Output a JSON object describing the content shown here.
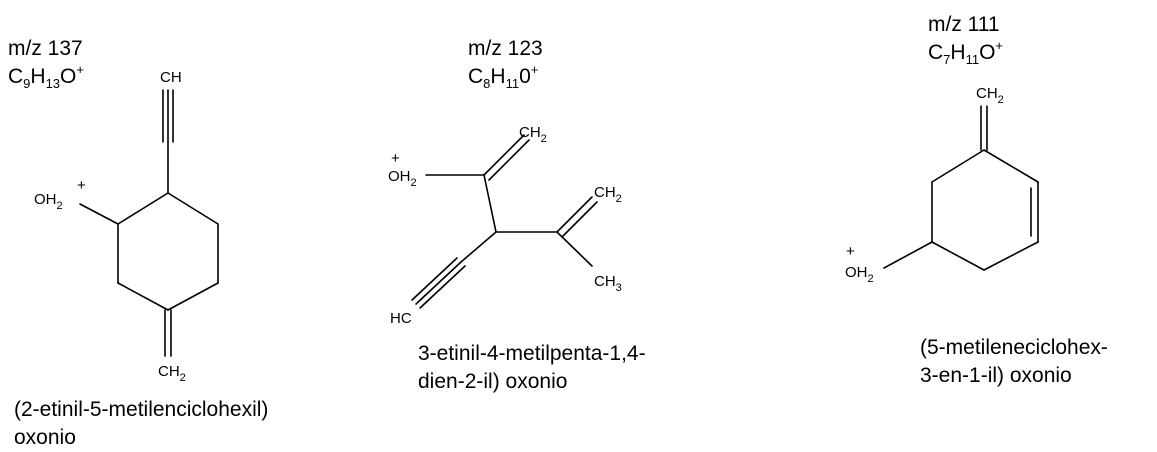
{
  "molecules": [
    {
      "mz": "m/z 137",
      "formula": {
        "p1": "C",
        "s1": "9",
        "p2": "H",
        "s2": "13",
        "p3": "O",
        "charge": "+"
      },
      "name": [
        "(2-etinil-5-metilenciclohexil)",
        "oxonio"
      ],
      "atoms": {
        "ch": "CH",
        "oh2": "OH",
        "oh2_sub": "2",
        "plus": "+",
        "ch2": "CH",
        "ch2_sub": "2"
      }
    },
    {
      "mz": "m/z 123",
      "formula": {
        "p1": "C",
        "s1": "8",
        "p2": "H",
        "s2": "11",
        "p3": "0",
        "charge": "+"
      },
      "name": [
        "3-etinil-4-metilpenta-1,4-",
        "dien-2-il) oxonio"
      ],
      "atoms": {
        "oh2": "OH",
        "oh2_sub": "2",
        "plus": "+",
        "ch2a": "CH",
        "ch2a_sub": "2",
        "ch2b": "CH",
        "ch2b_sub": "2",
        "ch3": "CH",
        "ch3_sub": "3",
        "hc": "HC"
      }
    },
    {
      "mz": "m/z 111",
      "formula": {
        "p1": "C",
        "s1": "7",
        "p2": "H",
        "s2": "11",
        "p3": "O",
        "charge": "+"
      },
      "name": [
        "(5-metileneciclohex-",
        "3-en-1-il) oxonio"
      ],
      "atoms": {
        "ch2": "CH",
        "ch2_sub": "2",
        "plus": "+",
        "oh2": "OH",
        "oh2_sub": "2"
      }
    }
  ]
}
